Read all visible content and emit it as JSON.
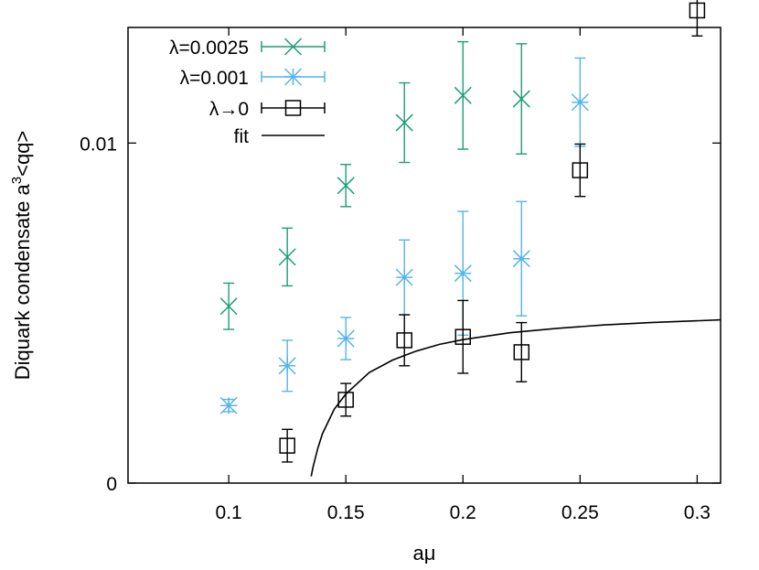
{
  "chart_data": {
    "type": "scatter",
    "xlabel": "aμ",
    "ylabel_main": "Diquark condensate a",
    "ylabel_sup": "3",
    "ylabel_tail": "<qq>",
    "xlim": [
      0.057,
      0.31
    ],
    "ylim": [
      0,
      0.0134
    ],
    "xticks": [
      {
        "value": 0.1,
        "label": "0.1"
      },
      {
        "value": 0.15,
        "label": "0.15"
      },
      {
        "value": 0.2,
        "label": "0.2"
      },
      {
        "value": 0.25,
        "label": "0.25"
      },
      {
        "value": 0.3,
        "label": "0.3"
      }
    ],
    "yticks": [
      {
        "value": 0,
        "label": "0"
      },
      {
        "value": 0.01,
        "label": "0.01"
      }
    ],
    "legend_position": "top-left",
    "series": [
      {
        "name": "λ=0.0025",
        "marker": "x",
        "color": "#1a9e77",
        "points": [
          {
            "x": 0.1,
            "y": 0.0052,
            "err": 0.00068
          },
          {
            "x": 0.125,
            "y": 0.00665,
            "err": 0.00085
          },
          {
            "x": 0.15,
            "y": 0.00875,
            "err": 0.00062
          },
          {
            "x": 0.175,
            "y": 0.0106,
            "err": 0.00117
          },
          {
            "x": 0.2,
            "y": 0.0114,
            "err": 0.00158
          },
          {
            "x": 0.225,
            "y": 0.0113,
            "err": 0.00162
          }
        ]
      },
      {
        "name": "λ=0.001",
        "marker": "star",
        "color": "#56b4e9",
        "points": [
          {
            "x": 0.1,
            "y": 0.00228,
            "err": 0.00018
          },
          {
            "x": 0.125,
            "y": 0.00345,
            "err": 0.00075
          },
          {
            "x": 0.15,
            "y": 0.00425,
            "err": 0.00062
          },
          {
            "x": 0.175,
            "y": 0.00605,
            "err": 0.0011
          },
          {
            "x": 0.2,
            "y": 0.00617,
            "err": 0.00182
          },
          {
            "x": 0.225,
            "y": 0.0066,
            "err": 0.00168
          },
          {
            "x": 0.25,
            "y": 0.0112,
            "err": 0.0013
          }
        ]
      },
      {
        "name": "λ→0",
        "marker": "square",
        "color": "#000000",
        "points": [
          {
            "x": 0.125,
            "y": 0.0011,
            "err": 0.00048
          },
          {
            "x": 0.15,
            "y": 0.00245,
            "err": 0.00048
          },
          {
            "x": 0.175,
            "y": 0.0042,
            "err": 0.00075
          },
          {
            "x": 0.2,
            "y": 0.0043,
            "err": 0.00107
          },
          {
            "x": 0.225,
            "y": 0.00385,
            "err": 0.00087
          },
          {
            "x": 0.25,
            "y": 0.0092,
            "err": 0.00077
          },
          {
            "x": 0.3,
            "y": 0.0139,
            "err": 0.00075
          }
        ]
      },
      {
        "name": "fit",
        "marker": "line",
        "color": "#000000",
        "curve": [
          {
            "x": 0.1352,
            "y": 0.0002
          },
          {
            "x": 0.136,
            "y": 0.00047
          },
          {
            "x": 0.138,
            "y": 0.00102
          },
          {
            "x": 0.14,
            "y": 0.00145
          },
          {
            "x": 0.145,
            "y": 0.00217
          },
          {
            "x": 0.15,
            "y": 0.00262
          },
          {
            "x": 0.16,
            "y": 0.00325
          },
          {
            "x": 0.17,
            "y": 0.00362
          },
          {
            "x": 0.18,
            "y": 0.00388
          },
          {
            "x": 0.19,
            "y": 0.00408
          },
          {
            "x": 0.2,
            "y": 0.00422
          },
          {
            "x": 0.22,
            "y": 0.00442
          },
          {
            "x": 0.24,
            "y": 0.00455
          },
          {
            "x": 0.26,
            "y": 0.00465
          },
          {
            "x": 0.28,
            "y": 0.00472
          },
          {
            "x": 0.31,
            "y": 0.0048
          }
        ]
      }
    ]
  }
}
